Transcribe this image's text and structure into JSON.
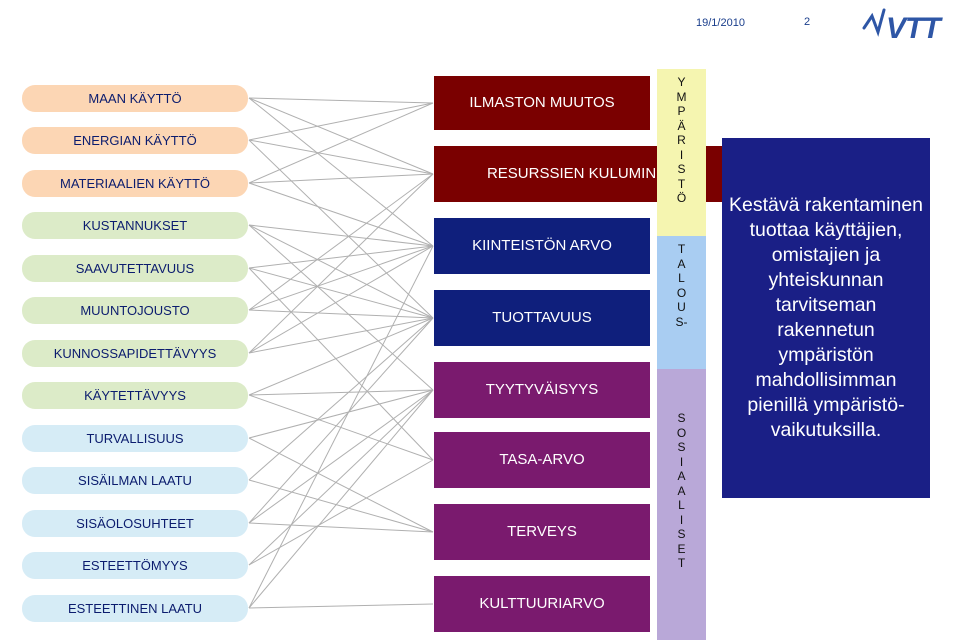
{
  "header": {
    "date": "19/1/2010",
    "page_number": "2",
    "logo_text": "VTT"
  },
  "colors": {
    "left_item_bg": "#fcd6b4",
    "maroon": "#7a0000",
    "navy": "#0f1f7c",
    "purple": "#7a1a6e",
    "column_yellow": "#f5f5b0",
    "column_blue": "#a9cdf2",
    "column_purple": "#b9a8d8",
    "right_box": "#1a1f86"
  },
  "left_items": [
    {
      "label": "MAAN KÄYTTÖ",
      "bg": "#fcd6b4"
    },
    {
      "label": "ENERGIAN KÄYTTÖ",
      "bg": "#fcd6b4"
    },
    {
      "label": "MATERIAALIEN KÄYTTÖ",
      "bg": "#fcd6b4"
    },
    {
      "label": "KUSTANNUKSET",
      "bg": "#dcebc8"
    },
    {
      "label": "SAAVUTETTAVUUS",
      "bg": "#dcebc8"
    },
    {
      "label": "MUUNTOJOUSTO",
      "bg": "#dcebc8"
    },
    {
      "label": "KUNNOSSAPIDETTÄVYYS",
      "bg": "#dcebc8"
    },
    {
      "label": "KÄYTETTÄVYYS",
      "bg": "#dcebc8"
    },
    {
      "label": "TURVALLISUUS",
      "bg": "#d6ecf6"
    },
    {
      "label": "SISÄILMAN LAATU",
      "bg": "#d6ecf6"
    },
    {
      "label": "SISÄOLOSUHTEET",
      "bg": "#d6ecf6"
    },
    {
      "label": "ESTEETTÖMYYS",
      "bg": "#d6ecf6"
    },
    {
      "label": "ESTEETTINEN LAATU",
      "bg": "#d6ecf6"
    }
  ],
  "middle_boxes": [
    {
      "label": "ILMASTON MUUTOS"
    },
    {
      "label": "RESURSSIEN KULUMINEN"
    },
    {
      "label": "KIINTEISTÖN ARVO"
    },
    {
      "label": "TUOTTAVUUS"
    },
    {
      "label": "TYYTYVÄISYYS"
    },
    {
      "label": "TASA-ARVO"
    },
    {
      "label": "TERVEYS"
    },
    {
      "label": "KULTTUURIARVO"
    }
  ],
  "column": {
    "segment_1": [
      "Y",
      "M",
      "P",
      "Ä",
      "R",
      "I",
      "S",
      "T",
      "Ö"
    ],
    "segment_2": [
      "T",
      "A",
      "L",
      "O",
      "U",
      "S-"
    ],
    "segment_3": [
      "S",
      "O",
      "S",
      "I",
      "A",
      "A",
      "L",
      "I",
      "S",
      "E",
      "T"
    ]
  },
  "right_text": "Kestävä rakentaminen tuottaa käyttäjien, omistajien ja yhteiskunnan tarvitseman rakennetun ympäristön mahdollisimman pienillä ympäristö-vaikutuksilla."
}
